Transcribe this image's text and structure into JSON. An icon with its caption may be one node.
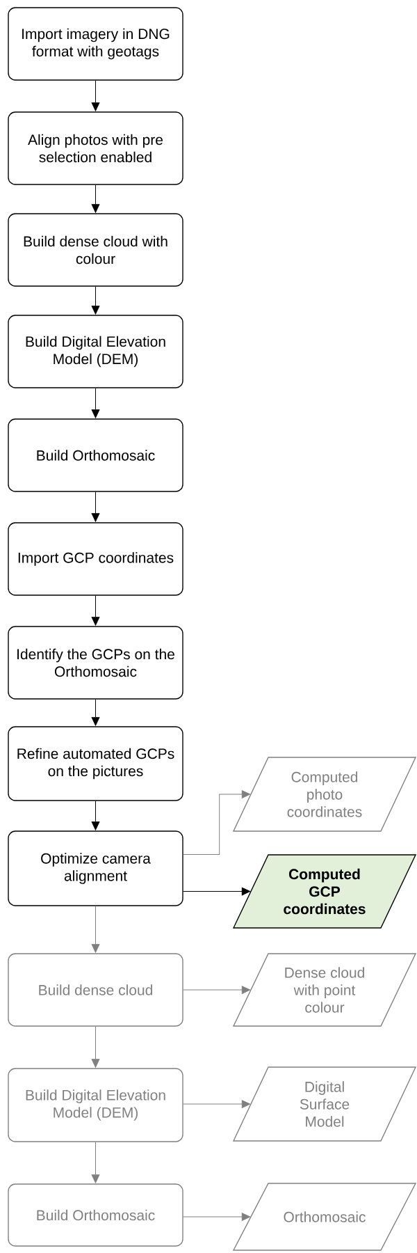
{
  "diagram": {
    "nodes": [
      {
        "text": [
          "Import imagery in DNG format with geotags"
        ]
      },
      {
        "text": [
          "Align photos with pre selection enabled"
        ]
      },
      {
        "text": [
          "Build dense cloud with colour"
        ]
      },
      {
        "text": [
          "Build Digital Elevation Model (DEM)"
        ]
      },
      {
        "text": [
          "Build Orthomosaic"
        ]
      },
      {
        "text": [
          "Import GCP coordinates"
        ]
      },
      {
        "text": [
          "Identify the GCPs on the Orthomosaic"
        ]
      },
      {
        "text": [
          "Refine automated GCPs on the pictures"
        ]
      },
      {
        "text": [
          "Optimize camera alignment"
        ]
      },
      {
        "text": [
          "Computed photo coordinates"
        ]
      },
      {
        "text": [
          "Computed GCP coordinates"
        ]
      },
      {
        "text": [
          "Build dense cloud"
        ]
      },
      {
        "text": [
          "Dense cloud with point colour"
        ]
      },
      {
        "text": [
          "Build Digital Elevation Model (DEM)"
        ]
      },
      {
        "text": [
          "Digital Surface Model"
        ]
      },
      {
        "text": [
          "Build Orthomosaic"
        ]
      },
      {
        "text": [
          "Orthomosaic"
        ]
      }
    ],
    "edges": [
      {
        "from": 0,
        "to": 1,
        "arrow": "to"
      },
      {
        "from": 1,
        "to": 2,
        "arrow": "to"
      },
      {
        "from": 2,
        "to": 3,
        "arrow": "to"
      },
      {
        "from": 3,
        "to": 4,
        "arrow": "to"
      },
      {
        "from": 4,
        "to": 5,
        "arrow": "to"
      },
      {
        "from": 5,
        "to": 6,
        "arrow": "to"
      },
      {
        "from": 6,
        "to": 7,
        "arrow": "to"
      },
      {
        "from": 7,
        "to": 8,
        "arrow": "to"
      },
      {
        "from": 8,
        "to": 9,
        "arrow": "to",
        "color": "#808080"
      },
      {
        "from": 8,
        "to": 10,
        "arrow": "to"
      },
      {
        "from": 8,
        "to": 11,
        "arrow": "to",
        "color": "#808080"
      },
      {
        "from": 11,
        "to": 12,
        "arrow": "to",
        "color": "#808080"
      },
      {
        "from": 11,
        "to": 13,
        "arrow": "to",
        "color": "#808080"
      },
      {
        "from": 13,
        "to": 14,
        "arrow": "to",
        "color": "#808080"
      },
      {
        "from": 13,
        "to": 15,
        "arrow": "to",
        "color": "#808080"
      },
      {
        "from": 15,
        "to": 16,
        "arrow": "to",
        "color": "#808080"
      }
    ]
  }
}
